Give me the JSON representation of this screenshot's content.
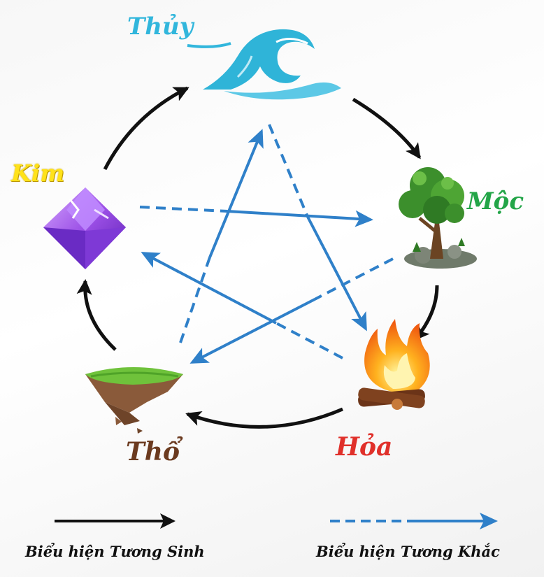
{
  "elements": {
    "thuy": {
      "label": "Thủy",
      "icon": "water-wave-icon",
      "color": "#31b6dc"
    },
    "moc": {
      "label": "Mộc",
      "icon": "tree-icon",
      "color": "#23a548"
    },
    "hoa": {
      "label": "Hỏa",
      "icon": "fire-icon",
      "color": "#e0302a"
    },
    "tho": {
      "label": "Thổ",
      "icon": "floating-land-icon",
      "color": "#6b3a1f"
    },
    "kim": {
      "label": "Kim",
      "icon": "crystal-icon",
      "color": "#ffe21a"
    }
  },
  "legend": {
    "sinh": {
      "label": "Biểu hiện Tương Sinh",
      "color": "#111111"
    },
    "khac": {
      "label": "Biểu hiện Tương Khắc",
      "color": "#2f80c9"
    }
  }
}
